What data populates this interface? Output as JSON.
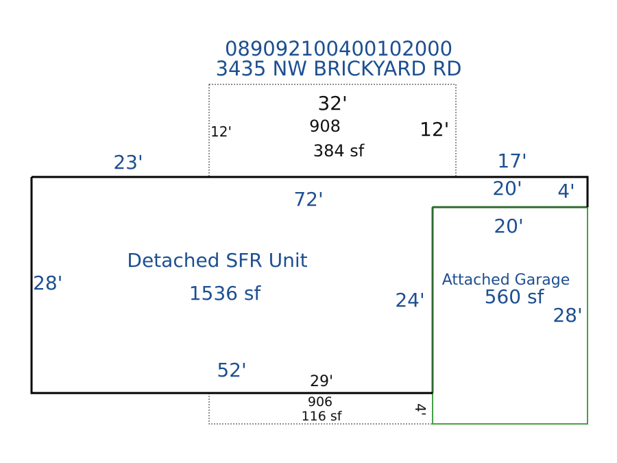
{
  "header": {
    "parcel_id": "089092100400102000",
    "address": "3435 NW BRICKYARD RD"
  },
  "colors": {
    "label_blue": "#1d4f91",
    "outline_black": "#000000",
    "garage_green_dark": "#2f6a2f",
    "garage_green": "#45a045"
  },
  "upper_porch": {
    "width": "32'",
    "left_side": "12'",
    "right_side": "12'",
    "code": "908",
    "area": "384 sf"
  },
  "main_unit": {
    "name": "Detached SFR Unit",
    "area": "1536 sf",
    "top_left": "23'",
    "top_mid": "72'",
    "top_right": "17'",
    "right_seg": "20'",
    "right_step": "4'",
    "left": "28'",
    "inner_right": "24'",
    "bottom": "52'"
  },
  "garage": {
    "name": "Attached Garage",
    "area": "560 sf",
    "top": "20'",
    "right": "28'"
  },
  "lower_porch": {
    "width": "29'",
    "code": "906",
    "area": "116 sf",
    "side": "4'"
  }
}
